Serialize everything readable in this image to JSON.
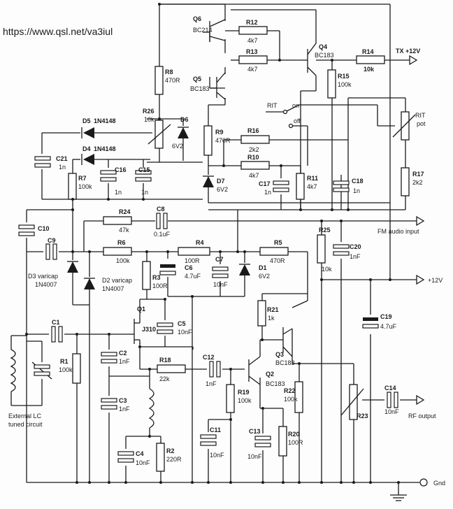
{
  "url": "https://www.qsl.net/va3iul",
  "components": {
    "q6": {
      "ref": "Q6",
      "type": "BC214"
    },
    "q5": {
      "ref": "Q5",
      "type": "BC183"
    },
    "q4": {
      "ref": "Q4",
      "type": "BC183"
    },
    "q3": {
      "ref": "Q3",
      "type": "BC183"
    },
    "q2": {
      "ref": "Q2",
      "type": "BC183"
    },
    "q1": {
      "ref": "Q1",
      "type": "J310"
    },
    "r12": {
      "ref": "R12",
      "value": "4k7"
    },
    "r13": {
      "ref": "R13",
      "value": "4k7"
    },
    "r14": {
      "ref": "R14",
      "value": "10k"
    },
    "r15": {
      "ref": "R15",
      "value": "100k"
    },
    "r8": {
      "ref": "R8",
      "value": "470R"
    },
    "r26": {
      "ref": "R26",
      "value": "10k"
    },
    "r9": {
      "ref": "R9",
      "value": "470R"
    },
    "r16": {
      "ref": "R16",
      "value": "2k2"
    },
    "r10": {
      "ref": "R10",
      "value": "4k7"
    },
    "r11": {
      "ref": "R11",
      "value": "4k7"
    },
    "r17": {
      "ref": "R17",
      "value": "2k2"
    },
    "r7": {
      "ref": "R7",
      "value": "100k"
    },
    "r24": {
      "ref": "R24",
      "value": "47k"
    },
    "r6": {
      "ref": "R6",
      "value": "100k"
    },
    "r4": {
      "ref": "R4",
      "value": "100R"
    },
    "r5": {
      "ref": "R5",
      "value": "470R"
    },
    "r25": {
      "ref": "R25",
      "value": "10k"
    },
    "r3": {
      "ref": "R3",
      "value": "100R"
    },
    "r21": {
      "ref": "R21",
      "value": "1k"
    },
    "r1": {
      "ref": "R1",
      "value": "100k"
    },
    "r18": {
      "ref": "R18",
      "value": "22k"
    },
    "r19": {
      "ref": "R19",
      "value": "100k"
    },
    "r22": {
      "ref": "R22",
      "value": "100k"
    },
    "r23": {
      "ref": "R23"
    },
    "r20": {
      "ref": "R20",
      "value": "100R"
    },
    "r2": {
      "ref": "R2",
      "value": "220R"
    },
    "c21": {
      "ref": "C21",
      "value": "1n"
    },
    "c16": {
      "ref": "C16",
      "value": "1n"
    },
    "c15": {
      "ref": "C15",
      "value": "1n"
    },
    "c17": {
      "ref": "C17",
      "value": "1n"
    },
    "c18": {
      "ref": "C18",
      "value": "1n"
    },
    "c10": {
      "ref": "C10"
    },
    "c9": {
      "ref": "C9"
    },
    "c8": {
      "ref": "C8",
      "value": "0.1uF"
    },
    "c6": {
      "ref": "C6",
      "value": "4.7uF"
    },
    "c7": {
      "ref": "C7",
      "value": "10nF"
    },
    "c20": {
      "ref": "C20",
      "value": "1nF"
    },
    "c19": {
      "ref": "C19",
      "value": "4.7uF"
    },
    "c5": {
      "ref": "C5",
      "value": "10nF"
    },
    "c1": {
      "ref": "C1"
    },
    "c2": {
      "ref": "C2",
      "value": "1nF"
    },
    "c3": {
      "ref": "C3",
      "value": "1nF"
    },
    "c4": {
      "ref": "C4",
      "value": "10nF"
    },
    "c12": {
      "ref": "C12",
      "value": "1nF"
    },
    "c11": {
      "ref": "C11",
      "value": "10nF"
    },
    "c13": {
      "ref": "C13",
      "value": "10nF"
    },
    "c14": {
      "ref": "C14",
      "value": "10nF"
    },
    "d5": {
      "ref": "D5",
      "type": "1N4148"
    },
    "d4": {
      "ref": "D4",
      "type": "1N4148"
    },
    "d6": {
      "ref": "D6",
      "value": "6V2"
    },
    "d7": {
      "ref": "D7",
      "value": "6V2"
    },
    "d1": {
      "ref": "D1",
      "value": "6V2"
    },
    "d3": {
      "ref": "D3 varicap",
      "type": "1N4007"
    },
    "d2": {
      "ref": "D2 varicap",
      "type": "1N4007"
    }
  },
  "labels": {
    "tx": "TX +12V",
    "rit": "RIT",
    "rit_on": "on",
    "rit_off": "off",
    "rit_pot_1": "RIT",
    "rit_pot_2": "pot",
    "fm_audio": "FM audio input",
    "plus12v": "+12V",
    "rf_output": "RF output",
    "gnd": "Gnd",
    "ext_lc_1": "External LC",
    "ext_lc_2": "tuned circuit"
  }
}
